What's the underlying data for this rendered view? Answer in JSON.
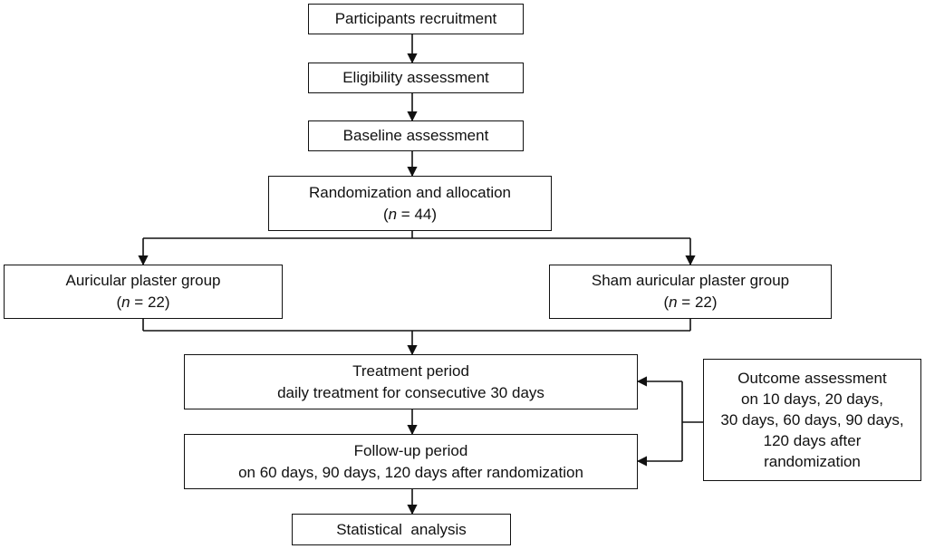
{
  "boxes": {
    "recruitment": {
      "line1": "Participants recruitment"
    },
    "eligibility": {
      "line1": "Eligibility assessment"
    },
    "baseline": {
      "line1": "Baseline assessment"
    },
    "randomization": {
      "line1": "Randomization and allocation",
      "n_italic": "n",
      "n_rest": " = 44",
      "open": "(",
      "close": ")"
    },
    "auricular": {
      "line1": "Auricular plaster group",
      "n_italic": "n",
      "n_rest": " = 22",
      "open": "(",
      "close": ")"
    },
    "sham": {
      "line1": "Sham auricular plaster group",
      "n_italic": "n",
      "n_rest": " = 22",
      "open": "(",
      "close": ")"
    },
    "treatment": {
      "line1": "Treatment period",
      "line2": "daily treatment for consecutive 30 days"
    },
    "followup": {
      "line1": "Follow-up period",
      "line2": "on 60 days, 90 days, 120 days after randomization"
    },
    "outcome": {
      "line1": "Outcome assessment",
      "line2": "on 10 days, 20 days,",
      "line3": "30 days, 60 days, 90 days,",
      "line4": "120 days after",
      "line5": "randomization"
    },
    "statistical": {
      "line1": "Statistical  analysis"
    }
  }
}
